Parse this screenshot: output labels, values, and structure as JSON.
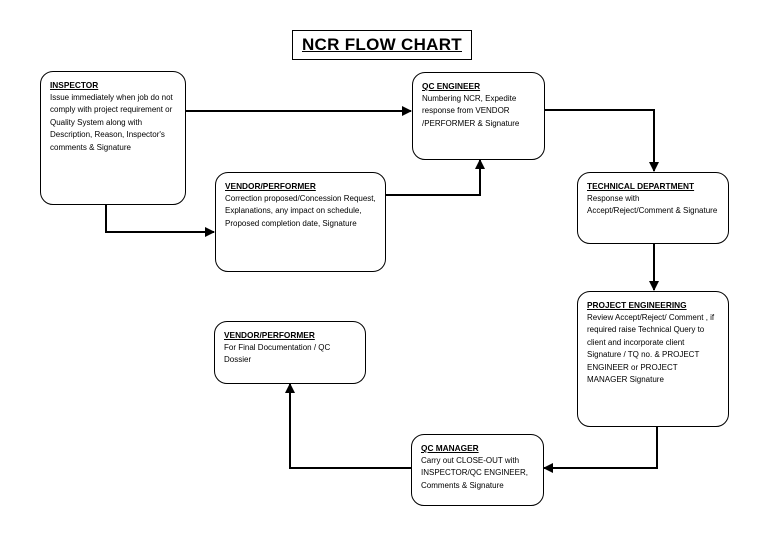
{
  "title": "NCR FLOW CHART",
  "nodes": {
    "inspector": {
      "heading": "INSPECTOR",
      "text": "Issue immediately when job do not comply with project requirement or Quality System along  with Description, Reason, Inspector's comments & Signature"
    },
    "qc_engineer": {
      "heading": "QC ENGINEER",
      "text": "Numbering NCR, Expedite response from VENDOR /PERFORMER & Signature"
    },
    "vendor_performer_1": {
      "heading": "VENDOR/PERFORMER",
      "text": "Correction proposed/Concession Request, Explanations, any impact on schedule, Proposed completion date, Signature"
    },
    "technical_department": {
      "heading": "TECHNICAL DEPARTMENT",
      "text": "Response with Accept/Reject/Comment & Signature"
    },
    "project_engineering": {
      "heading": "PROJECT ENGINEERING",
      "text": "Review Accept/Reject/ Comment , if required raise Technical Query to client and incorporate client Signature / TQ no. & PROJECT ENGINEER or PROJECT MANAGER Signature"
    },
    "vendor_performer_2": {
      "heading": "VENDOR/PERFORMER",
      "text": "For Final Documentation / QC Dossier"
    },
    "qc_manager": {
      "heading": "QC MANAGER",
      "text": "Carry out CLOSE-OUT with INSPECTOR/QC ENGINEER, Comments & Signature"
    }
  }
}
